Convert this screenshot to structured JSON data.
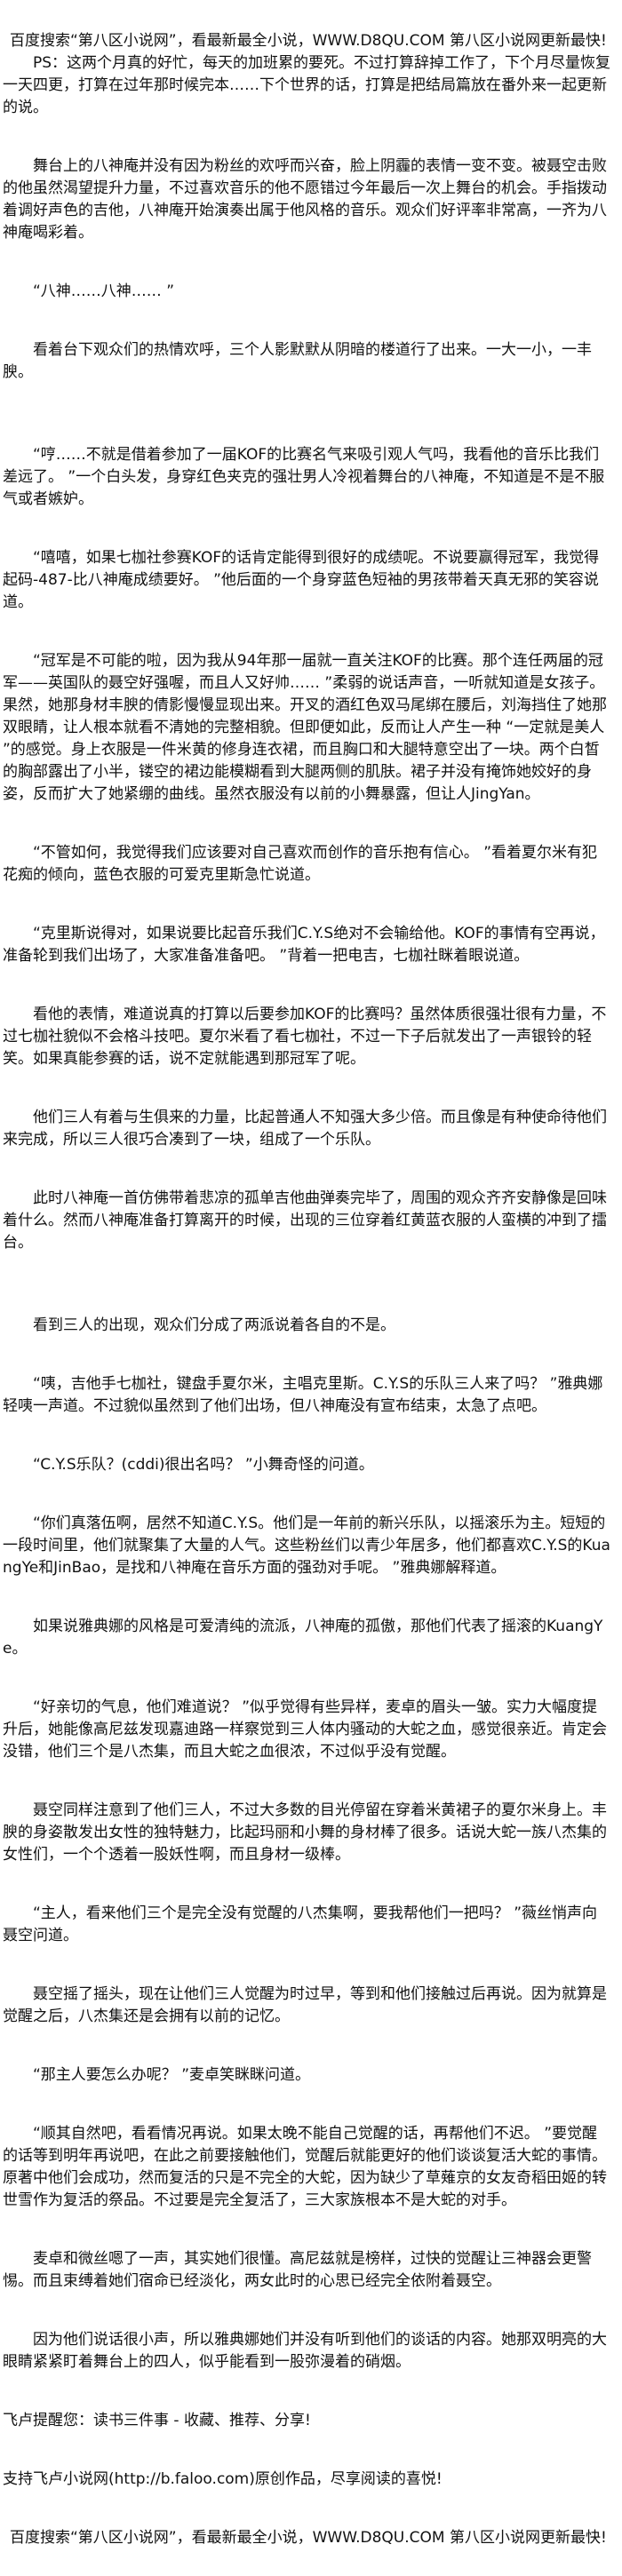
{
  "banner": "百度搜索“第八区小说网”，看最新最全小说，WWW.D8QU.COM   第八区小说网更新最快!",
  "paragraphs": [
    "PS：这两个月真的好忙，每天的加班累的要死。不过打算辞掉工作了，下个月尽量恢复一天四更，打算在过年那时候完本……下个世界的话，打算是把结局篇放在番外来一起更新的说。",
    "舞台上的八神庵并没有因为粉丝的欢呼而兴奋，脸上阴霾的表情一变不变。被聂空击败的他虽然渴望提升力量，不过喜欢音乐的他不愿错过今年最后一次上舞台的机会。手指拨动着调好声色的吉他，八神庵开始演奏出属于他风格的音乐。观众们好评率非常高，一齐为八神庵喝彩着。",
    "“八神……八神…… ”",
    "看着台下观众们的热情欢呼，三个人影默默从阴暗的楼道行了出来。一大一小，一丰腴。",
    "“哼……不就是借着参加了一届KOF的比赛名气来吸引观人气吗，我看他的音乐比我们差远了。 ”一个白头发，身穿红色夹克的强壮男人冷视着舞台的八神庵，不知道是不是不服气或者嫉妒。",
    "“嘻嘻，如果七枷社参赛KOF的话肯定能得到很好的成绩呢。不说要赢得冠军，我觉得起码-487-比八神庵成绩要好。 ”他后面的一个身穿蓝色短袖的男孩带着天真无邪的笑容说道。",
    "“冠军是不可能的啦，因为我从94年那一届就一直关注KOF的比赛。那个连任两届的冠军——英国队的聂空好强喔，而且人又好帅…… ”柔弱的说话声音，一听就知道是女孩子。果然，她那身材丰腴的倩影慢慢显现出来。开叉的酒红色双马尾绑在腰后，刘海挡住了她那双眼睛，让人根本就看不清她的完整相貌。但即便如此，反而让人产生一种 “一定就是美人 ”的感觉。身上衣服是一件米黄的修身连衣裙，而且胸口和大腿特意空出了一块。两个白皙的胸部露出了小半，镂空的裙边能模糊看到大腿两侧的肌肤。裙子并没有掩饰她姣好的身姿，反而扩大了她紧绷的曲线。虽然衣服没有以前的小舞暴露，但让人JingYan。",
    "“不管如何，我觉得我们应该要对自己喜欢而创作的音乐抱有信心。 ”看着夏尔米有犯花痴的倾向，蓝色衣服的可爱克里斯急忙说道。",
    "“克里斯说得对，如果说要比起音乐我们C.Y.S绝对不会输给他。KOF的事情有空再说，准备轮到我们出场了，大家准备准备吧。 ”背着一把电吉，七枷社眯着眼说道。",
    "看他的表情，难道说真的打算以后要参加KOF的比赛吗？虽然体质很强壮很有力量，不过七枷社貌似不会格斗技吧。夏尔米看了看七枷社，不过一下子后就发出了一声银铃的轻笑。如果真能参赛的话，说不定就能遇到那冠军了呢。",
    "他们三人有着与生俱来的力量，比起普通人不知强大多少倍。而且像是有种使命待他们来完成，所以三人很巧合凑到了一块，组成了一个乐队。",
    "此时八神庵一首仿佛带着悲凉的孤单吉他曲弹奏完毕了，周围的观众齐齐安静像是回味着什么。然而八神庵准备打算离开的时候，出现的三位穿着红黄蓝衣服的人蛮横的冲到了擂台。",
    "看到三人的出现，观众们分成了两派说着各自的不是。",
    "“咦，吉他手七枷社，键盘手夏尔米，主唱克里斯。C.Y.S的乐队三人来了吗？ ”雅典娜轻咦一声道。不过貌似虽然到了他们出场，但八神庵没有宣布结束，太急了点吧。",
    "“C.Y.S乐队？(cddi)很出名吗？ ”小舞奇怪的问道。",
    "“你们真落伍啊，居然不知道C.Y.S。他们是一年前的新兴乐队，以摇滚乐为主。短短的一段时间里，他们就聚集了大量的人气。这些粉丝们以青少年居多，他们都喜欢C.Y.S的KuangYe和JinBao，是找和八神庵在音乐方面的强劲对手呢。 ”雅典娜解释道。",
    "如果说雅典娜的风格是可爱清纯的流派，八神庵的孤傲，那他们代表了摇滚的KuangYe。",
    "“好亲切的气息，他们难道说？ ”似乎觉得有些异样，麦卓的眉头一皱。实力大幅度提升后，她能像高尼兹发现嘉迪路一样察觉到三人体内骚动的大蛇之血，感觉很亲近。肯定会没错，他们三个是八杰集，而且大蛇之血很浓，不过似乎没有觉醒。",
    "聂空同样注意到了他们三人，不过大多数的目光停留在穿着米黄裙子的夏尔米身上。丰腴的身姿散发出女性的独特魅力，比起玛丽和小舞的身材棒了很多。话说大蛇一族八杰集的女性们，一个个透着一股妖性啊，而且身材一级棒。",
    "“主人，看来他们三个是完全没有觉醒的八杰集啊，要我帮他们一把吗？ ”薇丝悄声向聂空问道。",
    "聂空摇了摇头，现在让他们三人觉醒为时过早，等到和他们接触过后再说。因为就算是觉醒之后，八杰集还是会拥有以前的记忆。",
    "“那主人要怎么办呢？ ”麦卓笑眯眯问道。",
    "“顺其自然吧，看看情况再说。如果太晚不能自己觉醒的话，再帮他们不迟。 ”要觉醒的话等到明年再说吧，在此之前要接触他们，觉醒后就能更好的他们谈谈复活大蛇的事情。原著中他们会成功，然而复活的只是不完全的大蛇，因为缺少了草薙京的女友奇稻田姬的转世雪作为复活的祭品。不过要是完全复活了，三大家族根本不是大蛇的对手。",
    "麦卓和微丝嗯了一声，其实她们很懂。高尼兹就是榜样，过快的觉醒让三神器会更警惕。而且束缚着她们宿命已经淡化，两女此时的心思已经完全依附着聂空。",
    "因为他们说话很小声，所以雅典娜她们并没有听到他们的谈话的内容。她那双明亮的大眼睛紧紧盯着舞台上的四人，似乎能看到一股弥漫着的硝烟。"
  ],
  "footer": {
    "reminder": "飞卢提醒您：读书三件事 - 收藏、推荐、分享!",
    "support": "支持飞卢小说网(http://b.faloo.com)原创作品，尽享阅读的喜悦!",
    "banner": "百度搜索“第八区小说网”，看最新最全小说，WWW.D8QU.COM   第八区小说网更新最快!"
  }
}
